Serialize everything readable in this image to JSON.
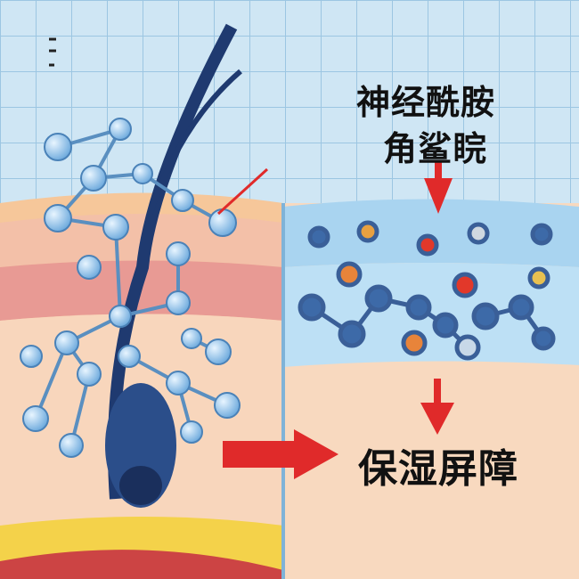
{
  "labels": {
    "ingredient_1": "神经酰胺",
    "ingredient_2": "角鲨睆",
    "result": "保湿屏障"
  },
  "colors": {
    "sky": "#cfe6f4",
    "skin": "#f6d2b4",
    "arrow": "#e02a2a",
    "molecule": "#8fc3ea",
    "hair": "#1f3a70"
  }
}
